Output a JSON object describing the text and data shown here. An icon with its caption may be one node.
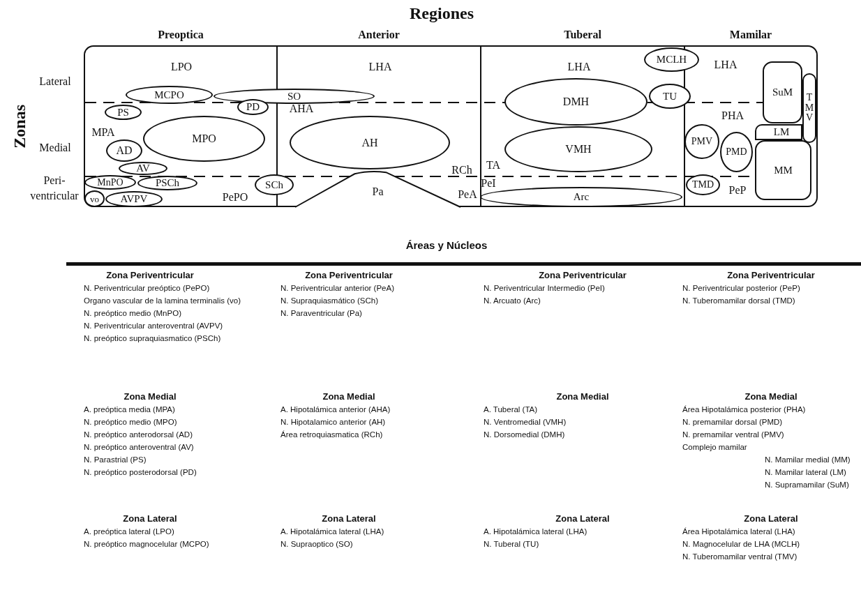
{
  "diagram": {
    "title": "Regiones",
    "nodes": [
      {
        "text": [
          "Preoptica",
          "LPO",
          "MPA",
          "PePO"
        ]
      },
      {
        "text": [
          "Anterior",
          "LHA",
          "AHA",
          "RCh",
          "PeA"
        ]
      },
      {
        "text": [
          "Tuberal",
          "LHA",
          "TA",
          "PeI"
        ]
      },
      {
        "text": [
          "Mamilar",
          "LHA",
          "PHA",
          "PeP"
        ]
      },
      {
        "text": [
          "MCPO"
        ],
        "in": 0
      },
      {
        "text": [
          "SO"
        ]
      },
      {
        "text": [
          "PS"
        ],
        "in": 0
      },
      {
        "text": [
          "PD"
        ],
        "in": 0
      },
      {
        "text": [
          "MPO"
        ],
        "in": 0
      },
      {
        "text": [
          "AD"
        ],
        "in": 0
      },
      {
        "text": [
          "AV"
        ],
        "in": 0
      },
      {
        "text": [
          "MnPO"
        ],
        "in": 0
      },
      {
        "text": [
          "PSCh"
        ],
        "in": 0
      },
      {
        "text": [
          "vo"
        ],
        "in": 0
      },
      {
        "text": [
          "AVPV"
        ],
        "in": 0
      },
      {
        "text": [
          "SCh"
        ]
      },
      {
        "text": [
          "AH"
        ],
        "in": 1
      },
      {
        "text": [
          "Pa"
        ],
        "in": 1
      },
      {
        "text": [
          "DMH"
        ],
        "in": 2
      },
      {
        "text": [
          "VMH"
        ],
        "in": 2
      },
      {
        "text": [
          "Arc"
        ],
        "in": 2
      },
      {
        "text": [
          "MCLH"
        ]
      },
      {
        "text": [
          "TU"
        ]
      },
      {
        "text": [
          "PMV"
        ],
        "in": 3
      },
      {
        "text": [
          "PMD"
        ],
        "in": 3
      },
      {
        "text": [
          "TMD"
        ],
        "in": 3
      },
      {
        "text": [
          "SuM"
        ],
        "in": 3
      },
      {
        "text": [
          "TMV"
        ],
        "in": 3
      },
      {
        "text": [
          "LM"
        ],
        "in": 3
      },
      {
        "text": [
          "MM"
        ],
        "in": 3
      }
    ],
    "labels": [
      "Zonas",
      "Lateral",
      "Medial",
      "Peri- ventricular",
      "Áreas y Núcleos",
      "Zona Periventricular",
      "N. Periventricular preóptico (PePO)",
      "Organo vascular de la lamina terminalis (vo)",
      "N. preóptico medio (MnPO)",
      "N. Periventricular anteroventral (AVPV)",
      "N. preóptico supraquiasmatico (PSCh)",
      "Zona Periventricular",
      "N. Periventricular anterior (PeA)",
      "N. Supraquiasmático (SCh)",
      "N. Paraventricular (Pa)",
      "Zona Periventricular",
      "N. Periventricular Intermedio (PeI)",
      "N. Arcuato (Arc)",
      "Zona Periventricular",
      "N. Periventricular posterior (PeP)",
      "N. Tuberomamilar dorsal (TMD)",
      "Zona Medial",
      "A. preóptica media (MPA)",
      "N. preóptico medio (MPO)",
      "N. preóptico anterodorsal (AD)",
      "N. preóptico anteroventral (AV)",
      "N. Parastrial (PS)",
      "N. preóptico posterodorsal (PD)",
      "Zona Medial",
      "A. Hipotalámica anterior (AHA)",
      "N. Hipotalamico anterior (AH)",
      "Área retroquiasmatica (RCh)",
      "Zona Medial",
      "A. Tuberal (TA)",
      "N. Ventromedial (VMH)",
      "N. Dorsomedial (DMH)",
      "Zona Medial",
      "Área Hipotalámica posterior (PHA)",
      "N. premamilar dorsal (PMD)",
      "N. premamilar ventral (PMV)",
      "Complejo mamilar",
      "N. Mamilar medial (MM)",
      "N. Mamilar lateral (LM)",
      "N. Supramamilar (SuM)",
      "Zona Lateral",
      "A. preóptica lateral (LPO)",
      "N. preóptico magnocelular (MCPO)",
      "Zona Lateral",
      "A. Hipotalámica lateral (LHA)",
      "N. Supraoptico (SO)",
      "Zona Lateral",
      "A. Hipotalámica lateral (LHA)",
      "N. Tuberal (TU)",
      "Zona Lateral",
      "Área Hipotalámica lateral (LHA)",
      "N. Magnocelular de LHA (MCLH)",
      "N. Tuberomamilar ventral (TMV)"
    ]
  }
}
